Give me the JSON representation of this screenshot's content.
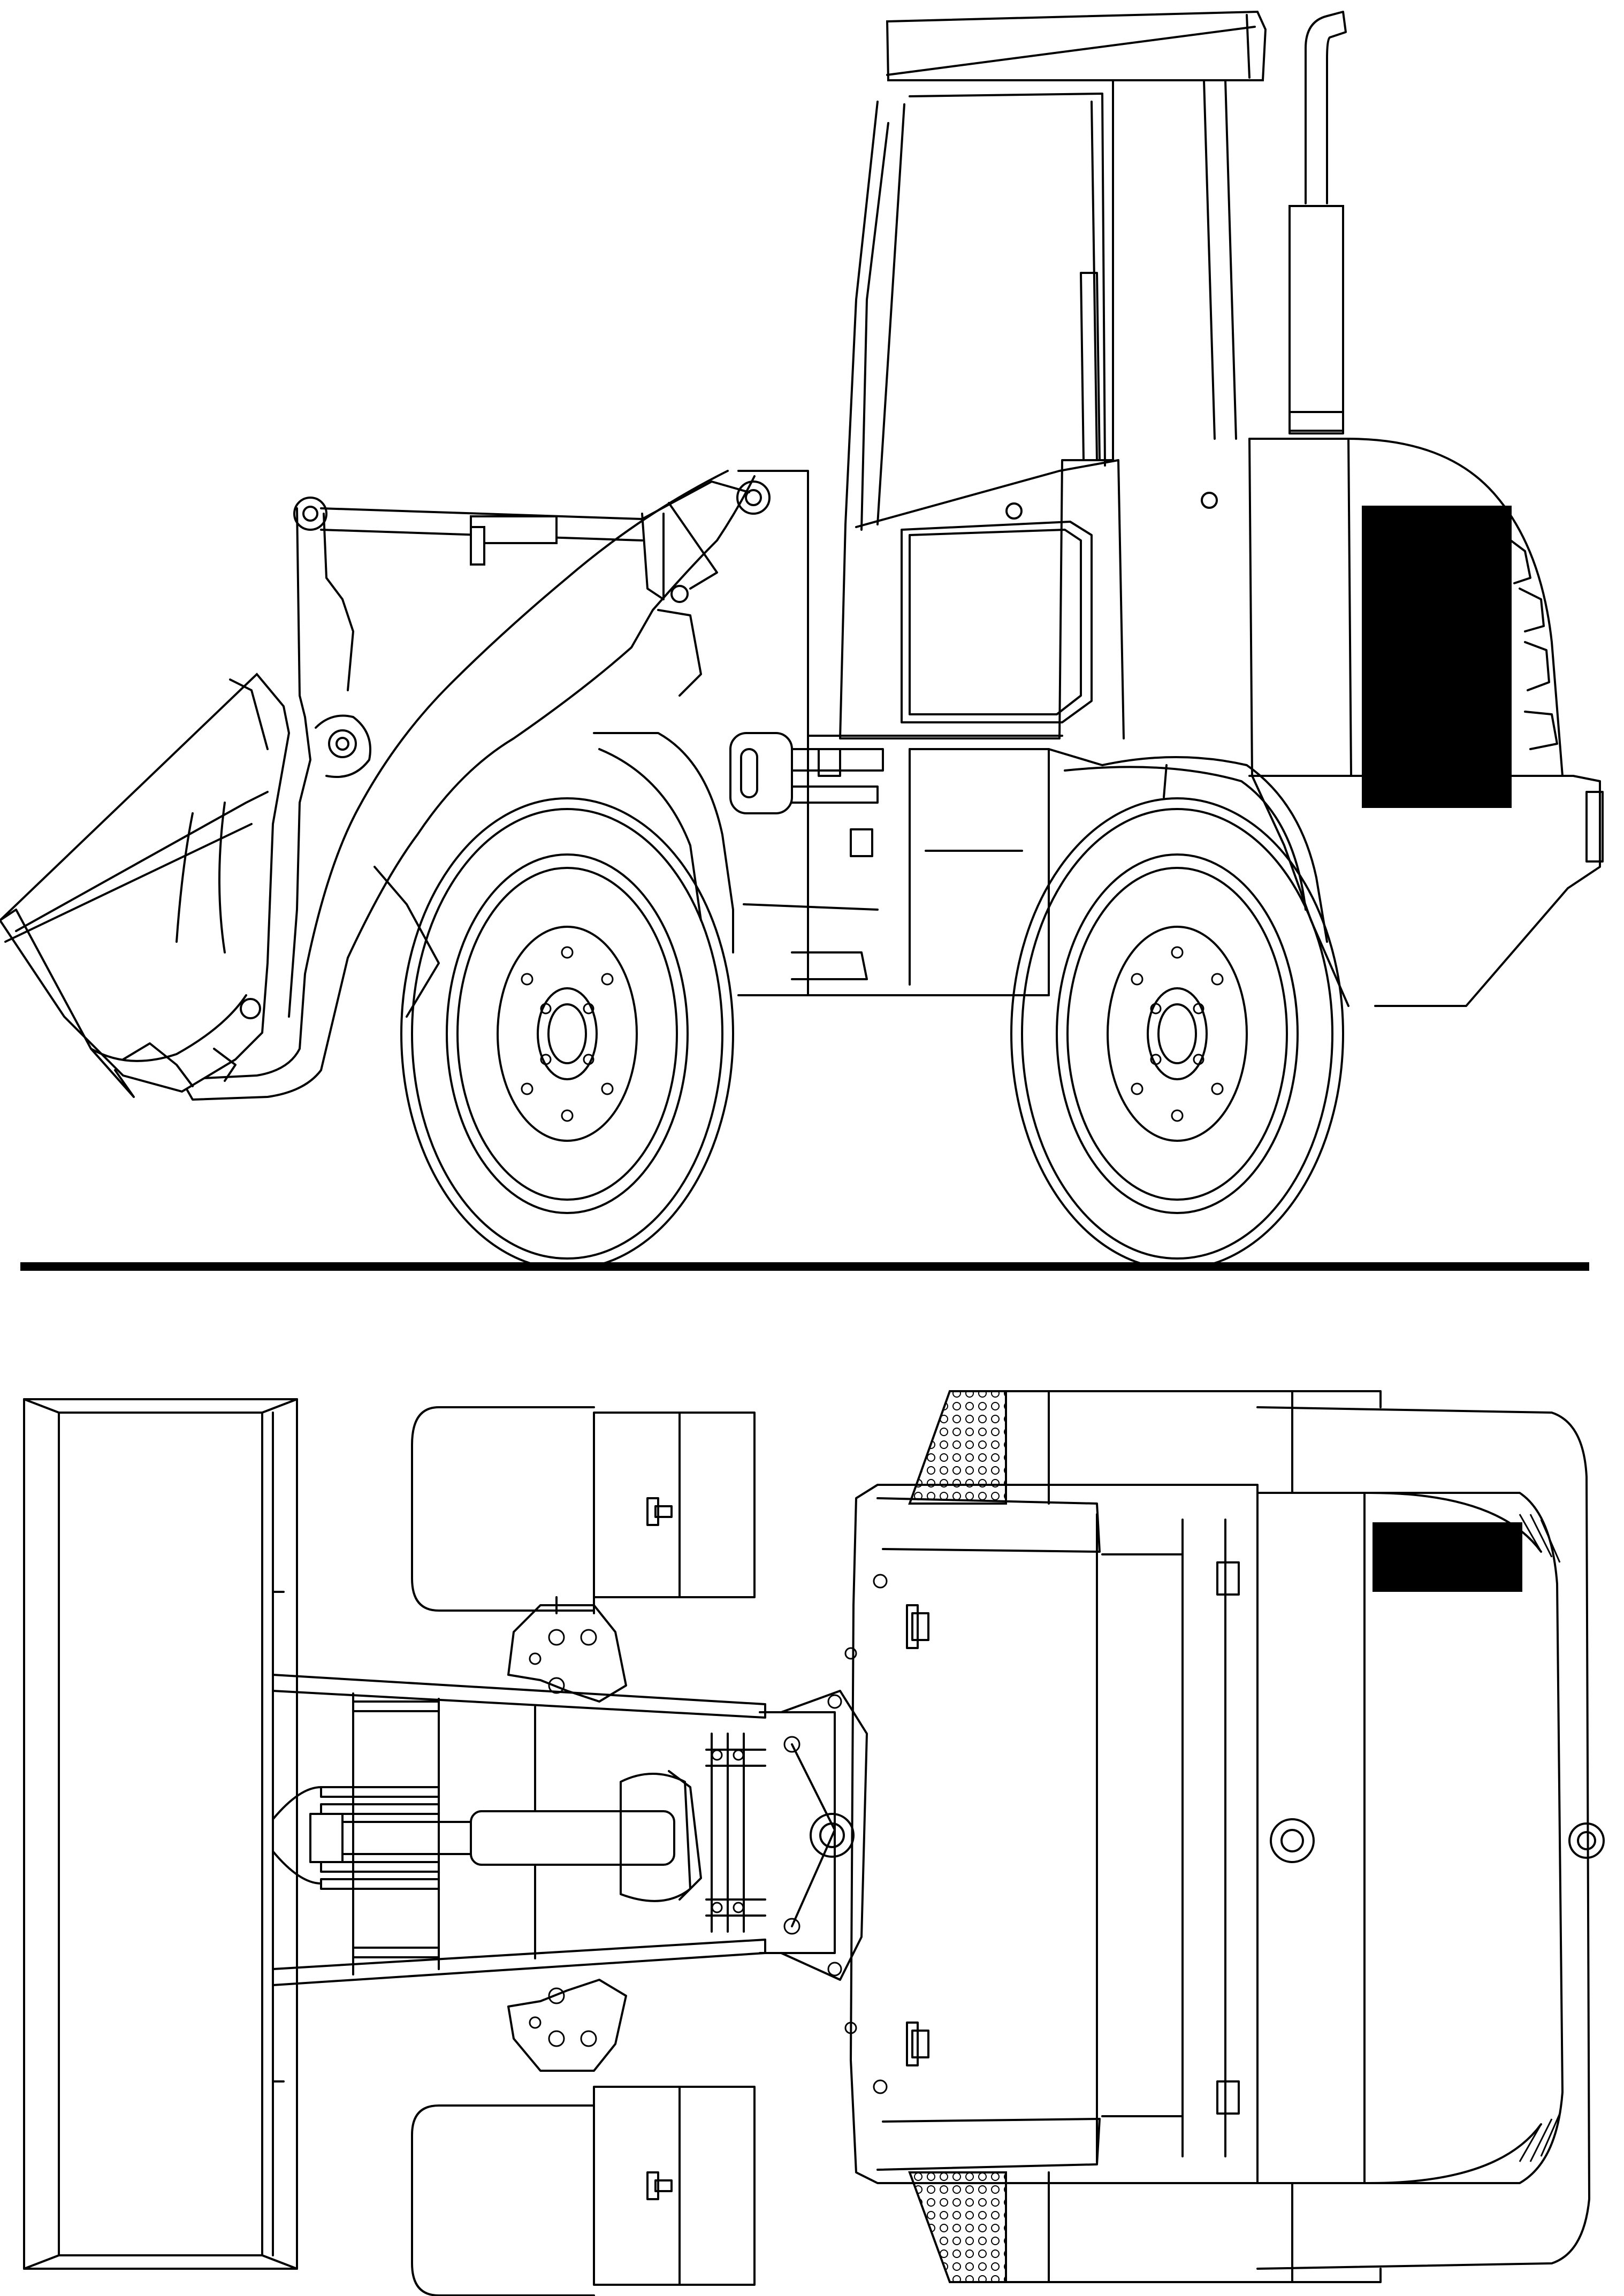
{
  "drawing": {
    "subject": "wheel-loader",
    "views": [
      "side-view",
      "top-view"
    ],
    "line_color": "#000000",
    "background_color": "#ffffff",
    "redaction_color": "#000000"
  }
}
